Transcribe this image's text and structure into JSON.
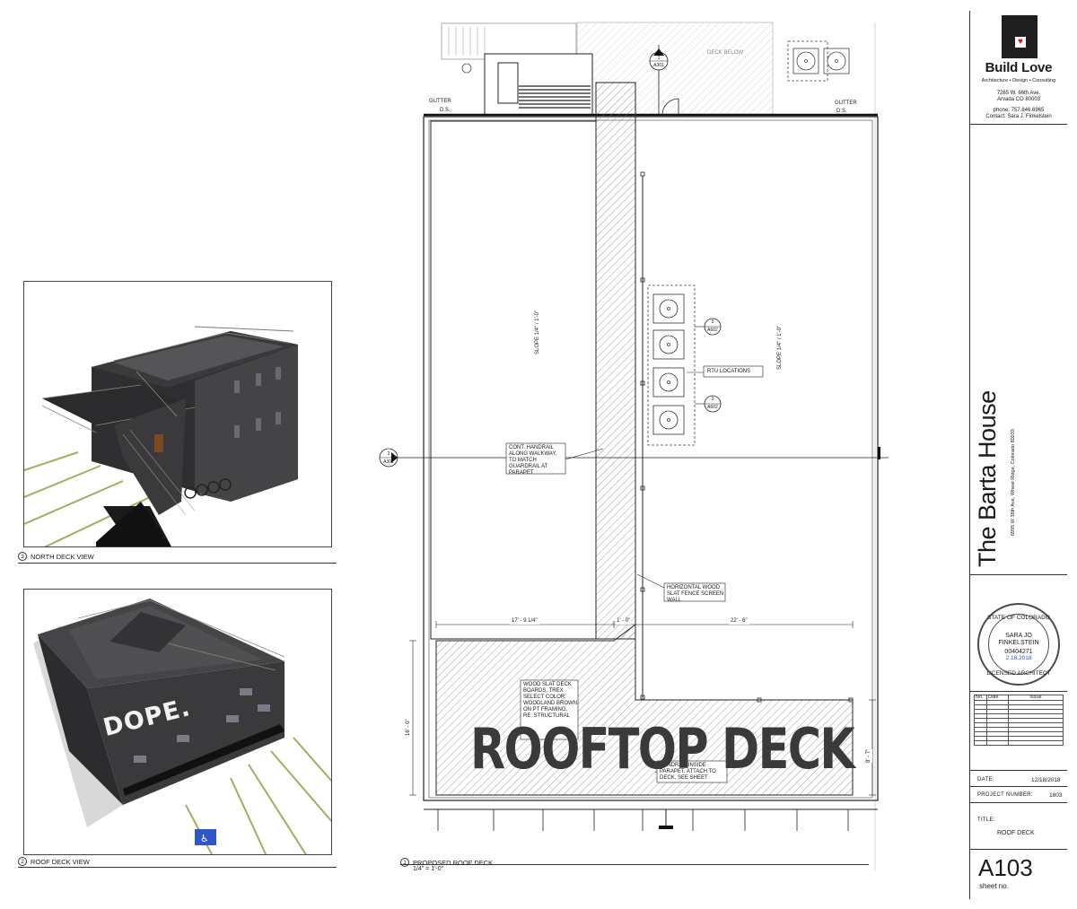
{
  "brand": {
    "name": "Build Love",
    "tagline": "Architecture • Design • Consulting",
    "address_line1": "7265 W. 66th Ave.",
    "address_line2": "Arvada CO 80003",
    "phone": "phone: 757.846.6965",
    "contact": "Contact: Sara J. Finkelstein"
  },
  "project": {
    "title": "The Barta House",
    "address": "6995 W 38th Ave, Wheat Ridge, Colorado 80033"
  },
  "stamp": {
    "state": "STATE OF COLORADO",
    "name_line1": "SARA JO",
    "name_line2": "FINKELSTEIN",
    "license": "00404271",
    "date": "2.18.2018",
    "footer": "LICENSED ARCHITECT"
  },
  "issue_table": {
    "col_no": "No.",
    "col_date": "Date",
    "col_issue": "Issue"
  },
  "sheet": {
    "date_label": "DATE:",
    "date_value": "12/18/2018",
    "project_number_label": "PROJECT NUMBER:",
    "project_number_value": "1803",
    "title_label": "TITLE:",
    "title_value": "ROOF DECK",
    "sheet_number": "A103",
    "sheet_no_label": "sheet no."
  },
  "views": {
    "north": {
      "number": "3",
      "caption": "NORTH DECK VIEW"
    },
    "roof": {
      "number": "2",
      "caption": "ROOF DECK VIEW",
      "overlay": "DOPE."
    },
    "plan": {
      "number": "1",
      "caption": "PROPOSED ROOF DECK",
      "scale": "1/4\" = 1'-0\""
    }
  },
  "plan_labels": {
    "gutter_left": "GUTTER",
    "ds_left": "D.S.",
    "gutter_right": "GUTTER",
    "ds_right": "D.S.",
    "deck_below": "DECK BELOW",
    "section_top_num": "1",
    "section_top_ref": "A301",
    "section_left_num": "2",
    "section_left_ref": "A301",
    "slope_left": "SLOPE 1/4\" / 1'-0\"",
    "slope_right": "SLOPE 1/4\" / 1'-0\"",
    "detail_a_num": "3",
    "detail_a_ref": "A602",
    "detail_b_num": "3",
    "detail_b_ref": "A602",
    "rtu": "RTU LOCATIONS",
    "handrail_note": "CONT. HANDRAIL ALONG WALKWAY, TO MATCH GUARDRAIL AT PARAPET",
    "fence_note": "HORIZONTAL WOOD SLAT FENCE SCREEN WALL",
    "dim_left": "17' - 9 1/4\"",
    "dim_mid": "1' - 0\"",
    "dim_right": "22' - 6\"",
    "dim_vertical": "16' - 0\"",
    "dim_vertical_right": "8' - 7\"",
    "wood_note": "WOOD SLAT DECK BOARDS, TREX SELECT COLOR: WOODLAND BROWN ON PT FRAMING, RE: STRUCTURAL",
    "handrail_note2": "HANDRAIL INSIDE PARAPET, ATTACH TO DECK, SEE SHEET",
    "deck_title": "ROOFTOP DECK"
  },
  "colors": {
    "line": "#1a1a1a",
    "building": "#3c3c3e",
    "building_dark": "#2a2a2c",
    "parking_line": "#9ab35a",
    "accessible_blue": "#2f56c9",
    "logo_heart": "#d11111"
  }
}
